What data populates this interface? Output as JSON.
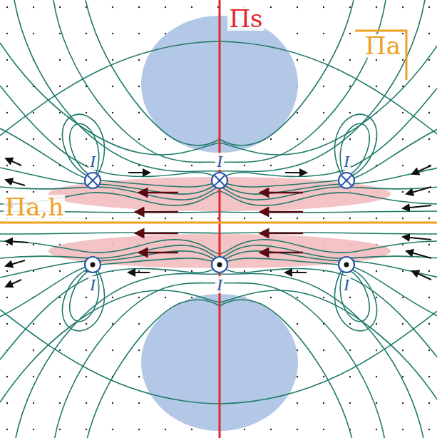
{
  "diagram": {
    "labels": [
      "Πs",
      "Πa",
      "I",
      "I",
      "I",
      "Πa,h",
      "I",
      "I",
      "I"
    ]
  }
}
